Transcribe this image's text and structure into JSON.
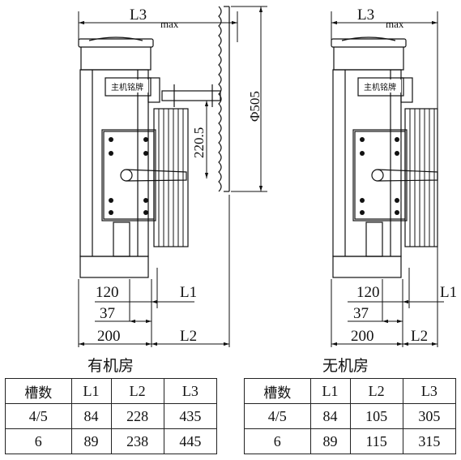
{
  "left_view": {
    "nameplate": "主机铭牌",
    "labels": {
      "l3": "L3",
      "max": "max",
      "diameter": "Φ505",
      "height": "220.5",
      "d120": "120",
      "l1": "L1",
      "d37": "37",
      "d200": "200",
      "l2": "L2"
    },
    "caption": "有机房"
  },
  "right_view": {
    "nameplate": "主机铭牌",
    "labels": {
      "l3": "L3",
      "max": "max",
      "d120": "120",
      "l1": "L1",
      "d37": "37",
      "d200": "200",
      "l2": "L2"
    },
    "caption": "无机房"
  },
  "left_table": {
    "headers": [
      "槽数",
      "L1",
      "L2",
      "L3"
    ],
    "rows": [
      [
        "4/5",
        "84",
        "228",
        "435"
      ],
      [
        "6",
        "89",
        "238",
        "445"
      ]
    ]
  },
  "right_table": {
    "headers": [
      "槽数",
      "L1",
      "L2",
      "L3"
    ],
    "rows": [
      [
        "4/5",
        "84",
        "105",
        "305"
      ],
      [
        "6",
        "89",
        "115",
        "315"
      ]
    ]
  }
}
